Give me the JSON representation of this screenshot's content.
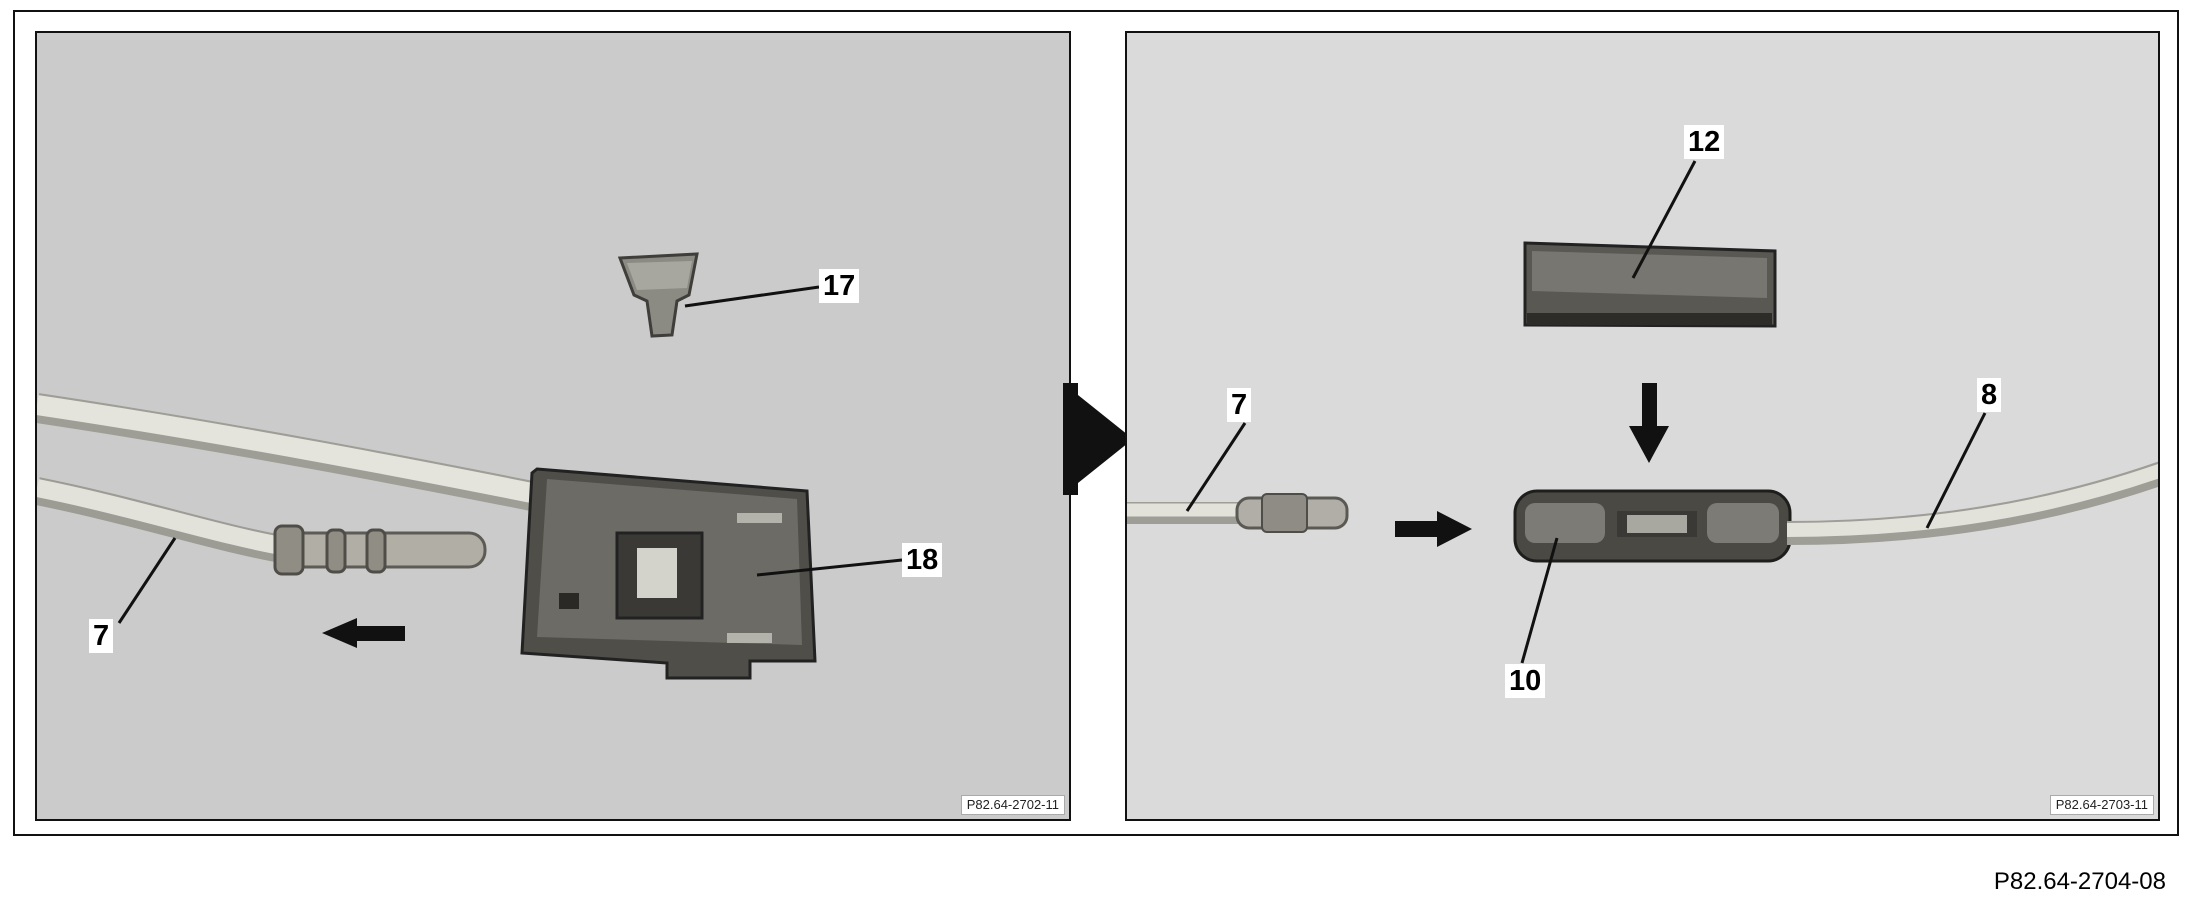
{
  "figure_id": "P82.64-2704-08",
  "left_photo": {
    "reference": "P82.64-2702-11",
    "callouts": {
      "c7": "7",
      "c17": "17",
      "c18": "18"
    }
  },
  "right_photo": {
    "reference": "P82.64-2703-11",
    "callouts": {
      "c7": "7",
      "c8": "8",
      "c10": "10",
      "c12": "12"
    }
  },
  "icons": {
    "transition": "right-arrow-icon",
    "direction_arrows": [
      "left-arrow-icon",
      "right-arrow-icon",
      "down-arrow-icon"
    ]
  }
}
